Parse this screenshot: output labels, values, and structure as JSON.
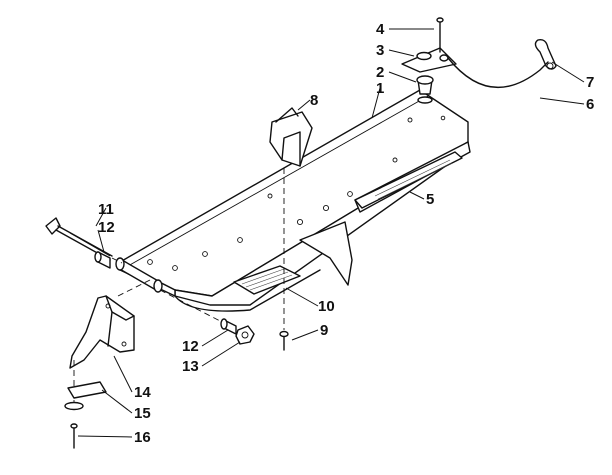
{
  "callouts": [
    {
      "id": "1",
      "label": "1"
    },
    {
      "id": "2",
      "label": "2"
    },
    {
      "id": "3",
      "label": "3"
    },
    {
      "id": "4",
      "label": "4"
    },
    {
      "id": "5",
      "label": "5"
    },
    {
      "id": "6",
      "label": "6"
    },
    {
      "id": "7",
      "label": "7"
    },
    {
      "id": "8",
      "label": "8"
    },
    {
      "id": "9",
      "label": "9"
    },
    {
      "id": "10",
      "label": "10"
    },
    {
      "id": "11",
      "label": "11"
    },
    {
      "id": "12a",
      "label": "12"
    },
    {
      "id": "12b",
      "label": "12"
    },
    {
      "id": "13",
      "label": "13"
    },
    {
      "id": "14",
      "label": "14"
    },
    {
      "id": "15",
      "label": "15"
    },
    {
      "id": "16",
      "label": "16"
    }
  ]
}
